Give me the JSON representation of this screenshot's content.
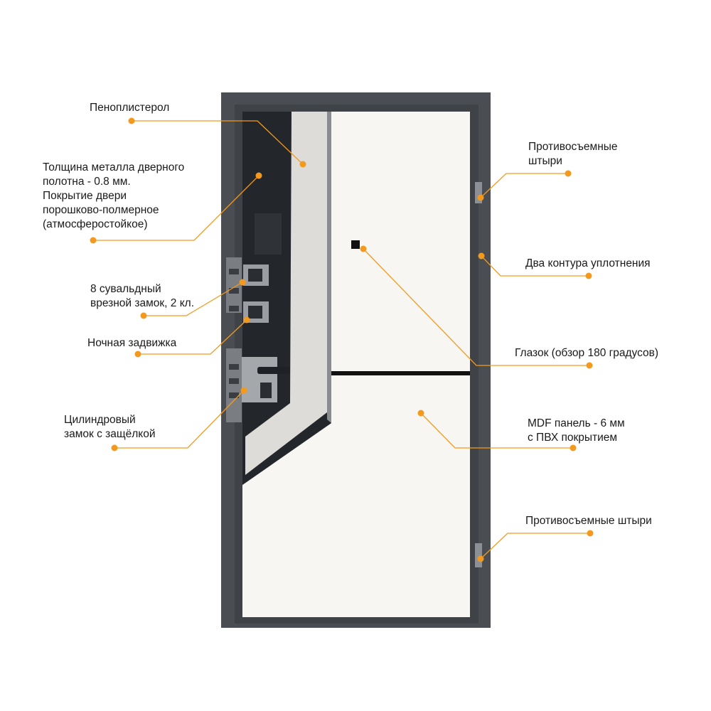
{
  "accent_color": "#F39A1E",
  "frame_color": "#4a4e52",
  "panel_color": "#f7f6f2",
  "labels": {
    "foam": "Пеноплистерол",
    "metal": "Толщина металла дверного\nполотна - 0.8 мм.\nПокрытие двери\nпорошково-полмерное\n(атмосферостойкое)",
    "lock8": "8 сувальдный\nврезной замок, 2 кл.",
    "night_latch": "Ночная задвижка",
    "cylinder": "Цилиндровый\nзамок с защёлкой",
    "pins_top": "Противосъемные\nштыри",
    "seal": "Два контура уплотнения",
    "peephole": "Глазок (обзор 180 градусов)",
    "mdf": "MDF панель - 6 мм\nс ПВХ покрытием",
    "pins_bottom": "Противосъемные штыри"
  }
}
